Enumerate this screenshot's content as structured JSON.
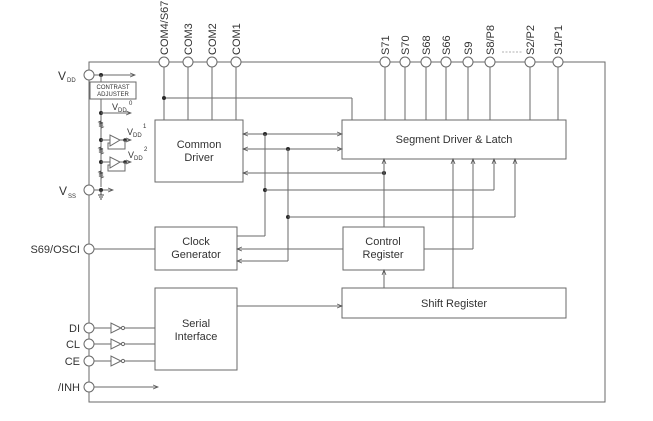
{
  "diagram": {
    "blocks": {
      "common_driver": [
        "Common",
        "Driver"
      ],
      "segment_driver": "Segment Driver & Latch",
      "clock_generator": [
        "Clock",
        "Generator"
      ],
      "control_register": [
        "Control",
        "Register"
      ],
      "shift_register": "Shift Register",
      "serial_interface": [
        "Serial",
        "Interface"
      ],
      "contrast_adjuster": [
        "CONTRAST",
        "ADJUSTER"
      ]
    },
    "top_pins": {
      "com": [
        "COM4/S67",
        "COM3",
        "COM2",
        "COM1"
      ],
      "seg": [
        "S71",
        "S70",
        "S68",
        "S66",
        "S9",
        "S8/P8",
        "S2/P2",
        "S1/P1"
      ],
      "ellipsis": "------"
    },
    "left_pins": {
      "vdd": {
        "main": "V",
        "sub": "DD"
      },
      "vss": {
        "main": "V",
        "sub": "SS"
      },
      "osc": "S69/OSCI",
      "di": "DI",
      "cl": "CL",
      "ce": "CE",
      "inh": "/INH"
    },
    "internal_rails": {
      "vdd0": {
        "main": "V",
        "sub": "DD",
        "sup": "0"
      },
      "vdd1": {
        "main": "V",
        "sub": "DD",
        "sup": "1"
      },
      "vdd2": {
        "main": "V",
        "sub": "DD",
        "sup": "2"
      }
    }
  }
}
